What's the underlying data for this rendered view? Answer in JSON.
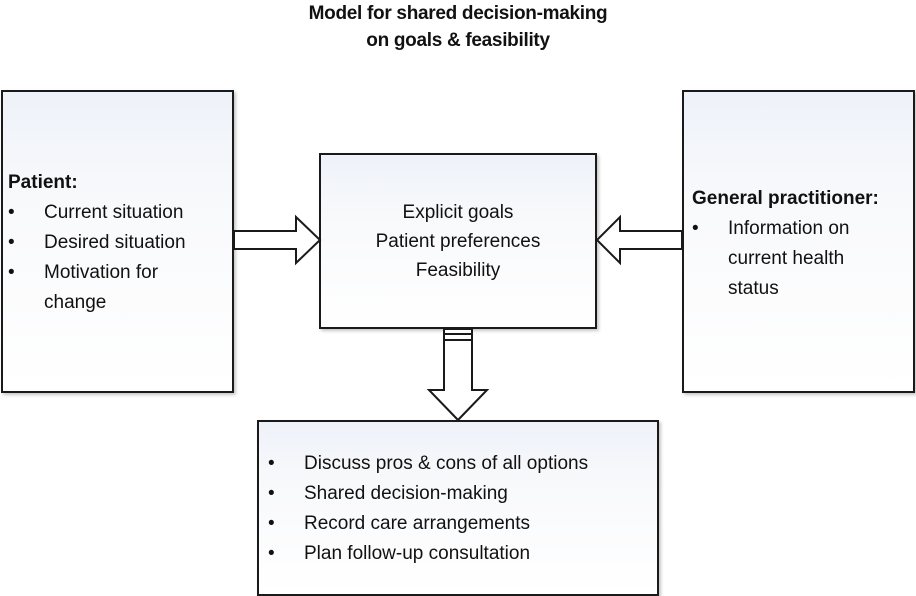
{
  "title": {
    "line1": "Model for shared decision-making",
    "line2": "on goals & feasibility"
  },
  "patient": {
    "heading": "Patient:",
    "items": [
      "Current situation",
      "Desired situation",
      "Motivation for change"
    ]
  },
  "gp": {
    "heading": "General practitioner:",
    "items": [
      "Information on current health status"
    ]
  },
  "center": {
    "lines": [
      "Explicit goals",
      "Patient preferences",
      "Feasibility"
    ]
  },
  "outcome": {
    "items": [
      "Discuss pros & cons of all options",
      "Shared decision-making",
      "Record care arrangements",
      "Plan follow-up consultation"
    ]
  },
  "bullet_symbol": "•"
}
